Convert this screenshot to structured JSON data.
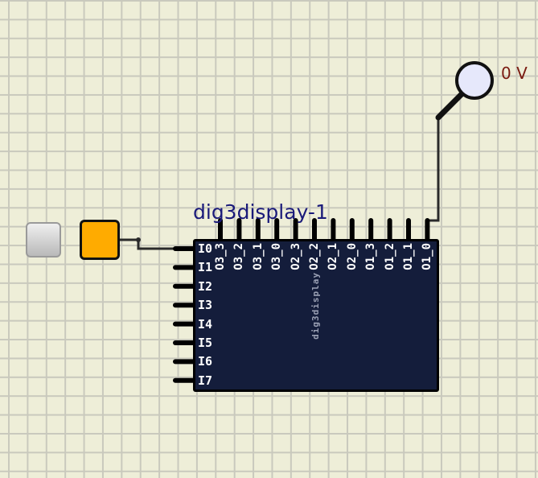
{
  "components": {
    "input_toggle": {
      "icon": "toggle-button-icon",
      "state": "off"
    },
    "input_value": {
      "color": "#ffab00"
    },
    "probe": {
      "label": "0 V"
    },
    "chip": {
      "title": "dig3display-1",
      "name": "dig3display",
      "inputs": [
        "I0",
        "I1",
        "I2",
        "I3",
        "I4",
        "I5",
        "I6",
        "I7"
      ],
      "outputs": [
        "O3_3",
        "O3_2",
        "O3_1",
        "O3_0",
        "O2_3",
        "O2_2",
        "O2_1",
        "O2_0",
        "O1_3",
        "O1_2",
        "O1_1",
        "O1_0"
      ]
    }
  },
  "colors": {
    "grid_background": "#eeeed8",
    "chip_body": "#141d3b",
    "wire": "#222222"
  }
}
